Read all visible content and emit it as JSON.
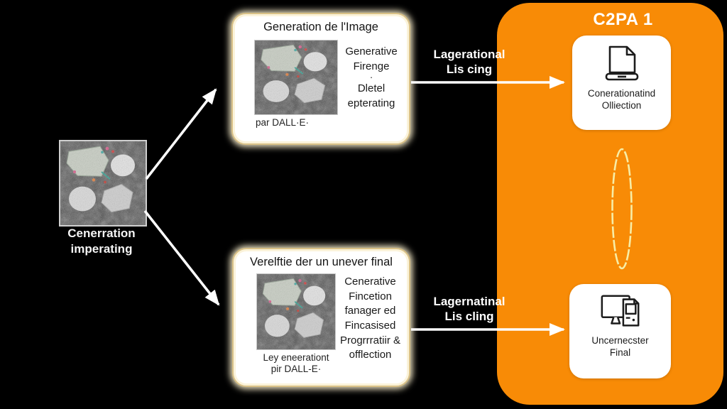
{
  "source": {
    "label_line1": "Cenerration",
    "label_line2": "imperating",
    "image": "noisy-microscopy-image"
  },
  "generation_box": {
    "title": "Generation de l'Image",
    "image": "noisy-microscopy-image",
    "image_caption": "par DALL·E·",
    "lines": [
      "Generative",
      "Firenge",
      "·",
      "Dletel",
      "epterating"
    ]
  },
  "verification_box": {
    "title": "Verelftie der un unever final",
    "image": "noisy-microscopy-image",
    "caption_line1": "Ley eneerationt",
    "caption_line2": "pir DALL-E·",
    "lines": [
      "Cenerative",
      "Fincetion",
      "fanager ed",
      "Fincasised",
      "Progrrratiir &",
      "offlection"
    ]
  },
  "arrow_labels": {
    "top_line1": "Lagerational",
    "top_line2": "Lis cing",
    "bottom_line1": "Lagernatinal",
    "bottom_line2": "Lis cling"
  },
  "c2pa_panel": {
    "title": "C2PA 1",
    "top_card": {
      "label_line1": "Conerationatind",
      "label_line2": "Olliection",
      "icon": "document-laptop-icon"
    },
    "bottom_card": {
      "label_line1": "Uncernecster",
      "label_line2": "Final",
      "icon": "desktop-computer-icon"
    }
  },
  "colors": {
    "background": "#000000",
    "panel_orange": "#F88B06",
    "box_border_gold": "#D9C187",
    "arrow_white": "#FFFFFF",
    "ellipse_yellow": "#F7EDA6"
  }
}
